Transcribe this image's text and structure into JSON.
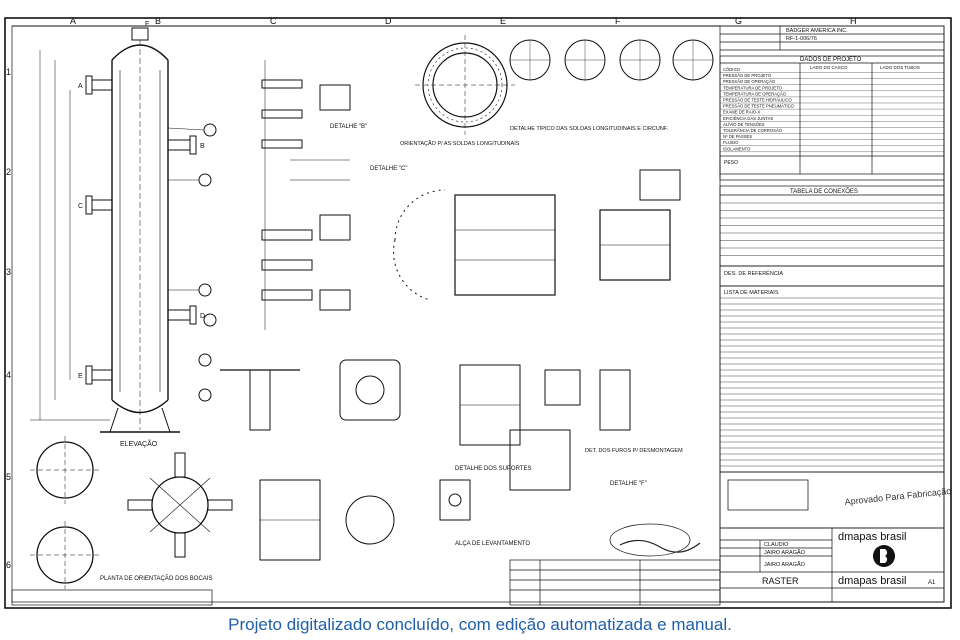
{
  "sheet": {
    "column_labels": [
      "A",
      "B",
      "C",
      "D",
      "E",
      "F",
      "G",
      "H"
    ],
    "row_labels": [
      "1",
      "2",
      "3",
      "4",
      "5",
      "6"
    ]
  },
  "drawing": {
    "views": {
      "elevation": "ELEVAÇÃO",
      "orientation_plan": "PLANTA DE ORIENTAÇÃO DOS BOCAIS",
      "detail_b": "DETALHE \"B\"",
      "detail_c": "DETALHE \"C\"",
      "detail_f": "DETALHE \"F\"",
      "supports": "DETALHE DOS SUPORTES",
      "lifting_lug": "ALÇA DE LEVANTAMENTO",
      "bolt_detail": "DET. DOS FUROS P/ DESMONTAGEM",
      "weld_detail": "DETALHE TÍPICO DAS SOLDAS LONGITUDINAIS E CIRCUNF.",
      "weld_orientation": "ORIENTAÇÃO P/ AS SOLDAS LONGITUDINAIS"
    },
    "nozzle_labels": [
      "A",
      "B",
      "C",
      "D",
      "E",
      "F"
    ]
  },
  "title_block": {
    "client": "BADGER AMERICA INC.",
    "drawing_no": "RF-1-006/76",
    "design_data_title": "DADOS DE PROJETO",
    "shell_side": "LADO DO CASCO",
    "tube_side": "LADO DOS TUBOS",
    "design_rows": [
      "CÓDIGO",
      "PRESSÃO DE PROJETO",
      "PRESSÃO DE OPERAÇÃO",
      "TEMPERATURA DE PROJETO",
      "TEMPERATURA DE OPERAÇÃO",
      "PRESSÃO DE TESTE HIDRÁULICO",
      "PRESSÃO DE TESTE PNEUMÁTICO",
      "EXAME DE RAIO-X",
      "EFICIÊNCIA DAS JUNTAS",
      "ALÍVIO DE TENSÕES",
      "TOLERÂNCIA DE CORROSÃO",
      "Nº DE PASSES",
      "FLUIDO",
      "ISOLAMENTO"
    ],
    "weights_label": "PESO",
    "connections_title": "TABELA DE CONEXÕES",
    "references_title": "DES. DE REFERÊNCIA",
    "materials_title": "LISTA DE MATERIAIS",
    "approval_stamp": "Aprovado Para Fabricação",
    "drawn_by": "CLAUDIO",
    "checked_by": "JAIRO ARAGÃO",
    "approved_by": "JAIRO ARAGÃO",
    "format": "RASTER",
    "company_top": "dmapas brasil",
    "company_bottom": "dmapas brasil",
    "sheet_size": "A1"
  },
  "caption": "Projeto digitalizado concluído, com edição automatizada e manual."
}
